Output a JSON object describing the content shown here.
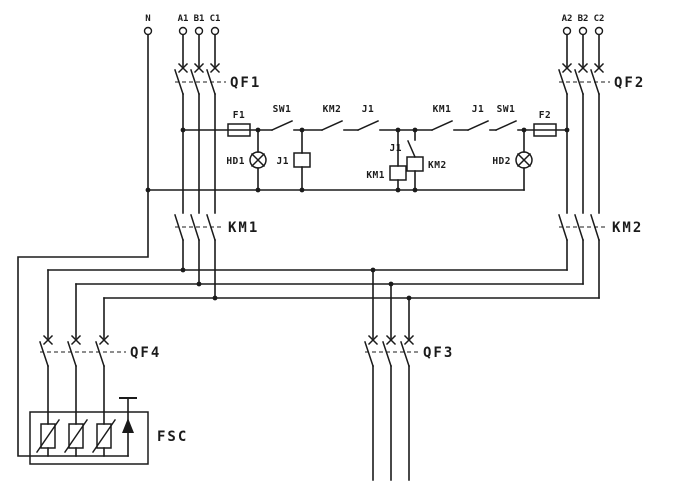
{
  "colors": {
    "line": "#1b1b1b",
    "background": "#ffffff"
  },
  "terminals": {
    "n": "N",
    "a1": "A1",
    "b1": "B1",
    "c1": "C1",
    "a2": "A2",
    "b2": "B2",
    "c2": "C2"
  },
  "devices": {
    "qf1": "QF1",
    "qf2": "QF2",
    "qf3": "QF3",
    "qf4": "QF4",
    "km1": "KM1",
    "km2": "KM2",
    "fsc": "FSC"
  },
  "control": {
    "f1": "F1",
    "sw1_left": "SW1",
    "km2_nc": "KM2",
    "j1_left": "J1",
    "km1_nc": "KM1",
    "j1_right": "J1",
    "sw1_right": "SW1",
    "f2": "F2",
    "hd1": "HD1",
    "j1_coil": "J1",
    "j1_aux": "J1",
    "km2_coil": "KM2",
    "km1_coil": "KM1",
    "hd2": "HD2"
  }
}
